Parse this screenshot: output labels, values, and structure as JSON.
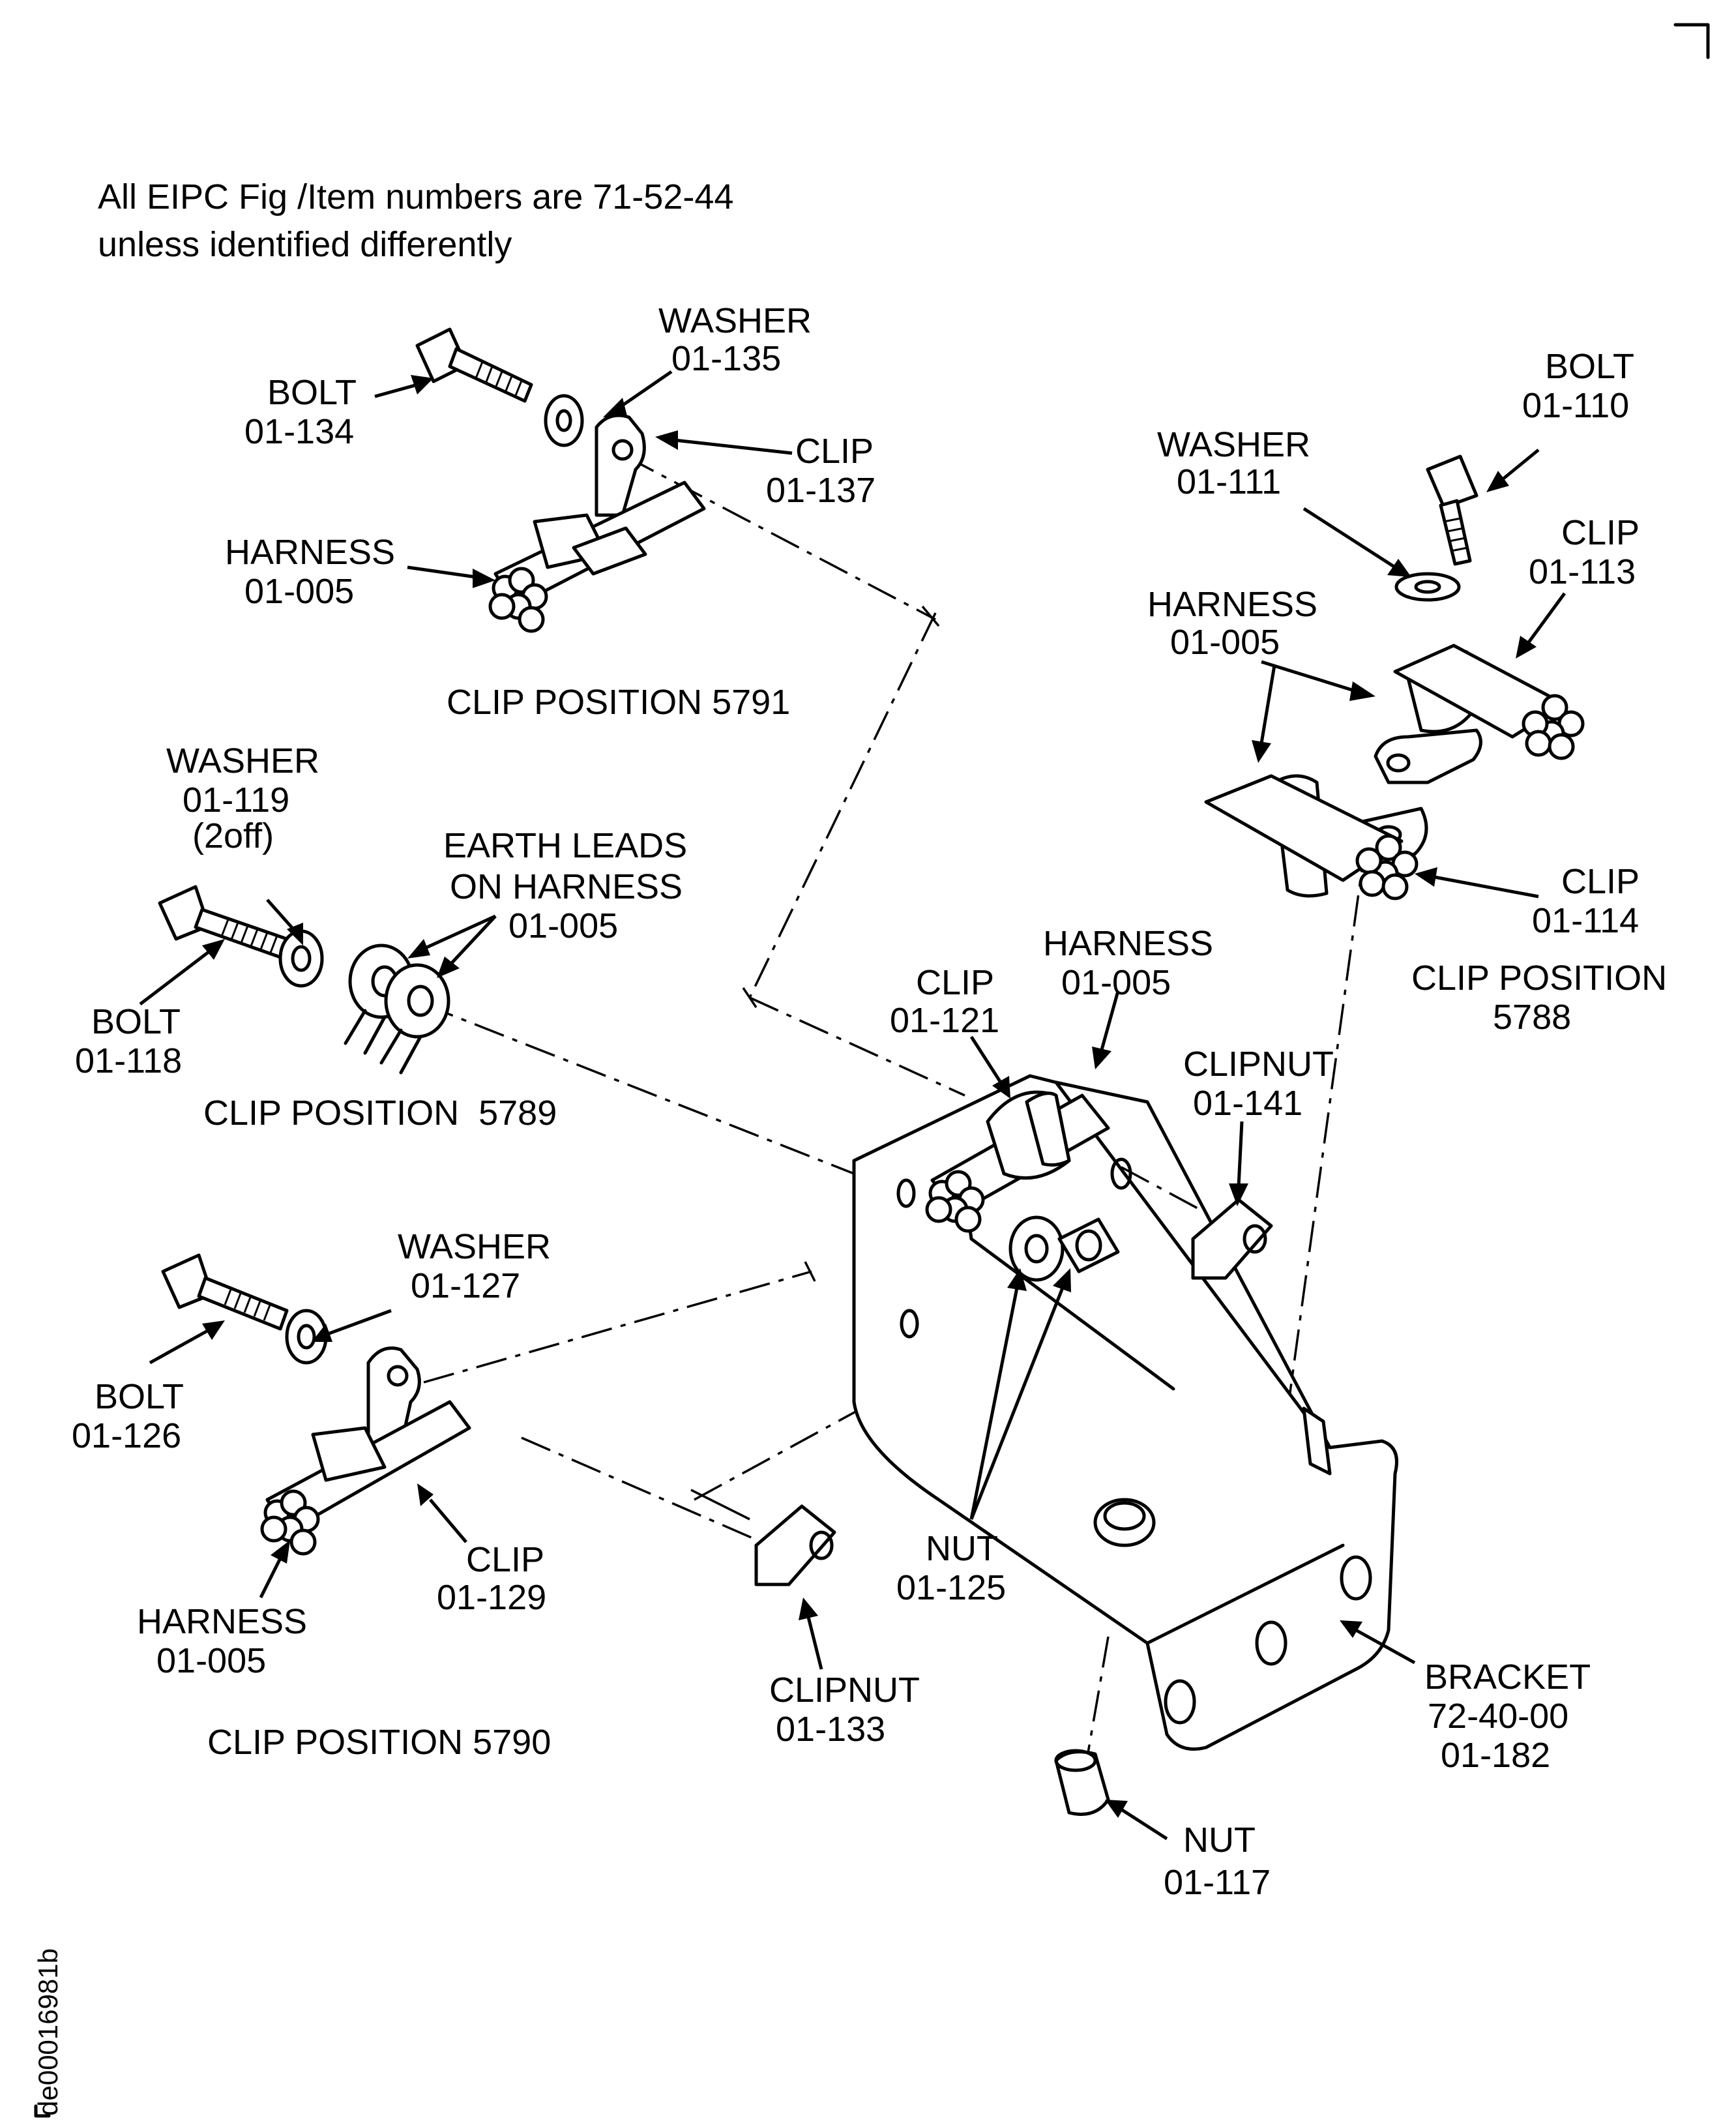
{
  "header": {
    "line1": "All EIPC Fig /Item numbers are 71-52-44",
    "line2": "unless identified differently"
  },
  "drawing_id": "de00016981b",
  "clip_positions": {
    "p5791": "CLIP POSITION 5791",
    "p5788_line1": "CLIP POSITION",
    "p5788_line2": "5788",
    "p5789": "CLIP POSITION  5789",
    "p5790": "CLIP POSITION 5790"
  },
  "labels": {
    "bolt_134": {
      "name": "BOLT",
      "num": "01-134"
    },
    "washer_135": {
      "name": "WASHER",
      "num": "01-135"
    },
    "clip_137": {
      "name": "CLIP",
      "num": "01-137"
    },
    "harness_5791": {
      "name": "HARNESS",
      "num": "01-005"
    },
    "bolt_110": {
      "name": "BOLT",
      "num": "01-110"
    },
    "washer_111": {
      "name": "WASHER",
      "num": "01-111"
    },
    "clip_113": {
      "name": "CLIP",
      "num": "01-113"
    },
    "harness_5788": {
      "name": "HARNESS",
      "num": "01-005"
    },
    "clip_114": {
      "name": "CLIP",
      "num": "01-114"
    },
    "washer_119": {
      "name": "WASHER",
      "num": "01-119",
      "qty": "(2off)"
    },
    "earth_leads": {
      "line1": "EARTH LEADS",
      "line2": "ON HARNESS",
      "num": "01-005"
    },
    "bolt_118": {
      "name": "BOLT",
      "num": "01-118"
    },
    "harness_center": {
      "name": "HARNESS",
      "num": "01-005"
    },
    "clip_121": {
      "name": "CLIP",
      "num": "01-121"
    },
    "clipnut_141": {
      "name": "CLIPNUT",
      "num": "01-141"
    },
    "washer_127": {
      "name": "WASHER",
      "num": "01-127"
    },
    "bolt_126": {
      "name": "BOLT",
      "num": "01-126"
    },
    "clip_129": {
      "name": "CLIP",
      "num": "01-129"
    },
    "harness_5790": {
      "name": "HARNESS",
      "num": "01-005"
    },
    "nut_125": {
      "name": "NUT",
      "num": "01-125"
    },
    "clipnut_133": {
      "name": "CLIPNUT",
      "num": "01-133"
    },
    "bracket": {
      "name": "BRACKET",
      "ref": "72-40-00",
      "num": "01-182"
    },
    "nut_117": {
      "name": "NUT",
      "num": "01-117"
    }
  }
}
